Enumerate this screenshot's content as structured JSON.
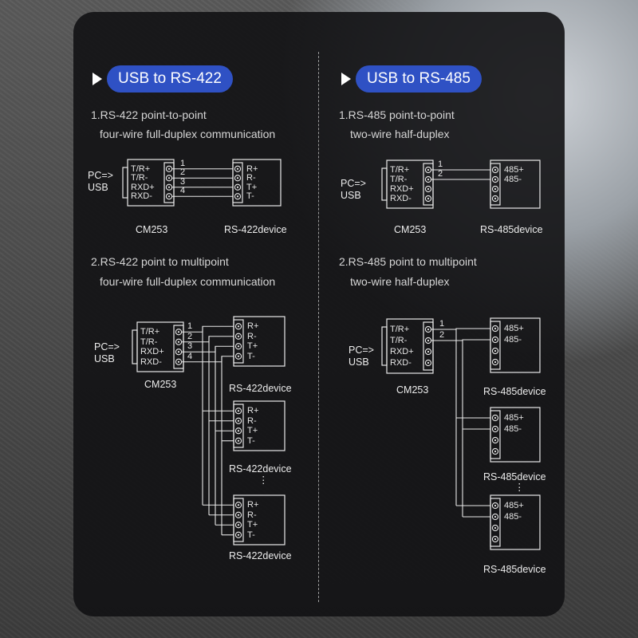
{
  "left": {
    "header": "USB to RS-422",
    "p2p_line1": "1.RS-422 point-to-point",
    "p2p_line2": "four-wire full-duplex communication",
    "multi_line1": "2.RS-422 point to multipoint",
    "multi_line2": "four-wire full-duplex communication",
    "device_label": "RS-422device",
    "pins": [
      "T/R+",
      "T/R-",
      "RXD+",
      "RXD-"
    ],
    "device_pins": [
      "R+",
      "R-",
      "T+",
      "T-"
    ],
    "wire_numbers": [
      "1",
      "2",
      "3",
      "4"
    ]
  },
  "right": {
    "header": "USB to RS-485",
    "p2p_line1": "1.RS-485 point-to-point",
    "p2p_line2": "two-wire half-duplex",
    "multi_line1": "2.RS-485 point to multipoint",
    "multi_line2": "two-wire half-duplex",
    "device_label": "RS-485device",
    "pins": [
      "T/R+",
      "T/R-",
      "RXD+",
      "RXD-"
    ],
    "device_pins": [
      "485+",
      "485-"
    ],
    "wire_numbers": [
      "1",
      "2"
    ]
  },
  "pc_label_1": "PC=>",
  "pc_label_2": "USB",
  "adapter_label": "CM253",
  "ellipsis": "⋮",
  "colors": {
    "accent": "#2f51c4",
    "line": "#e8e8e8"
  }
}
